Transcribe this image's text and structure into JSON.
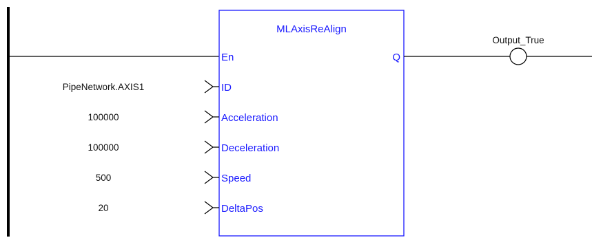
{
  "block": {
    "name": "MLAxisReAlign",
    "inputs": [
      {
        "pin": "En",
        "variable": ""
      },
      {
        "pin": "ID",
        "variable": "PipeNetwork.AXIS1"
      },
      {
        "pin": "Acceleration",
        "variable": "100000"
      },
      {
        "pin": "Deceleration",
        "variable": "100000"
      },
      {
        "pin": "Speed",
        "variable": "500"
      },
      {
        "pin": "DeltaPos",
        "variable": "20"
      }
    ],
    "outputs": [
      {
        "pin": "Q"
      }
    ]
  },
  "coil": {
    "name": "Output_True"
  },
  "colors": {
    "block_border": "#1a1aff",
    "pin_text": "#1a1aff",
    "wire": "#000000",
    "rail": "#000000",
    "variable_text": "#111111"
  }
}
